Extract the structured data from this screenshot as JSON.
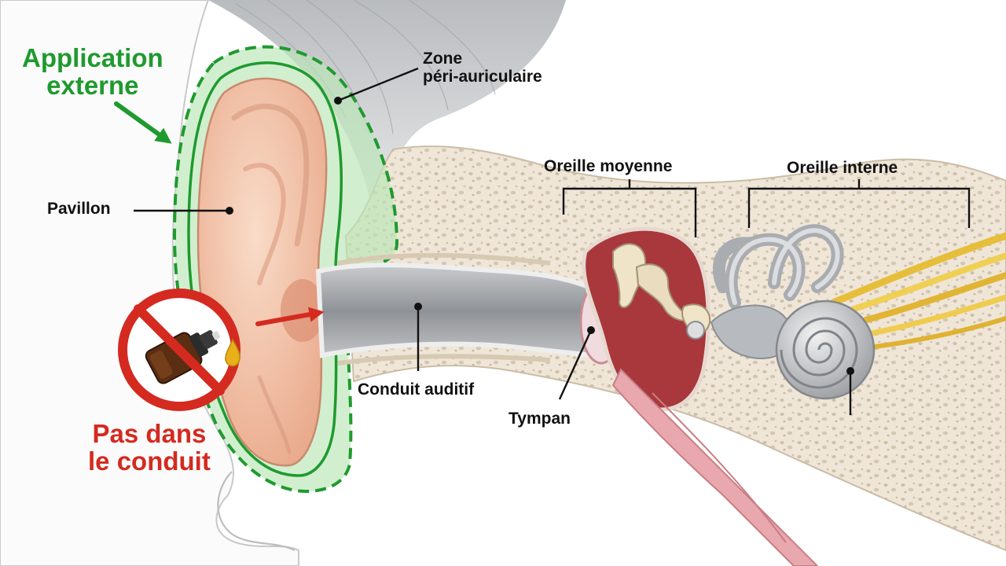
{
  "labels": {
    "application": {
      "line1": "Application",
      "line2": "externe"
    },
    "zone": {
      "line1": "Zone",
      "line2": "péri-auriculaire"
    },
    "pavillon": "Pavillon",
    "oreille_moyenne": "Oreille moyenne",
    "oreille_interne": "Oreille interne",
    "conduit_auditif": "Conduit auditif",
    "tympan": "Tympan",
    "pas_dans": {
      "line1": "Pas dans",
      "line2": "le conduit"
    }
  },
  "colors": {
    "application_green": "#1f9a2e",
    "warning_red": "#d42a20",
    "leader_line": "#111111",
    "skin": "#f6cdb2",
    "bone": "#ece2d3",
    "canal": "#a8aaad",
    "middle_ear": "#a8383c",
    "nerve": "#e6be3a"
  },
  "icons": {
    "arrow_green": "arrow-down-right-icon",
    "arrow_red": "arrow-right-icon",
    "prohibition": "no-entry-icon",
    "bottle": "essential-oil-bottle-icon",
    "drop": "oil-drop-icon"
  }
}
